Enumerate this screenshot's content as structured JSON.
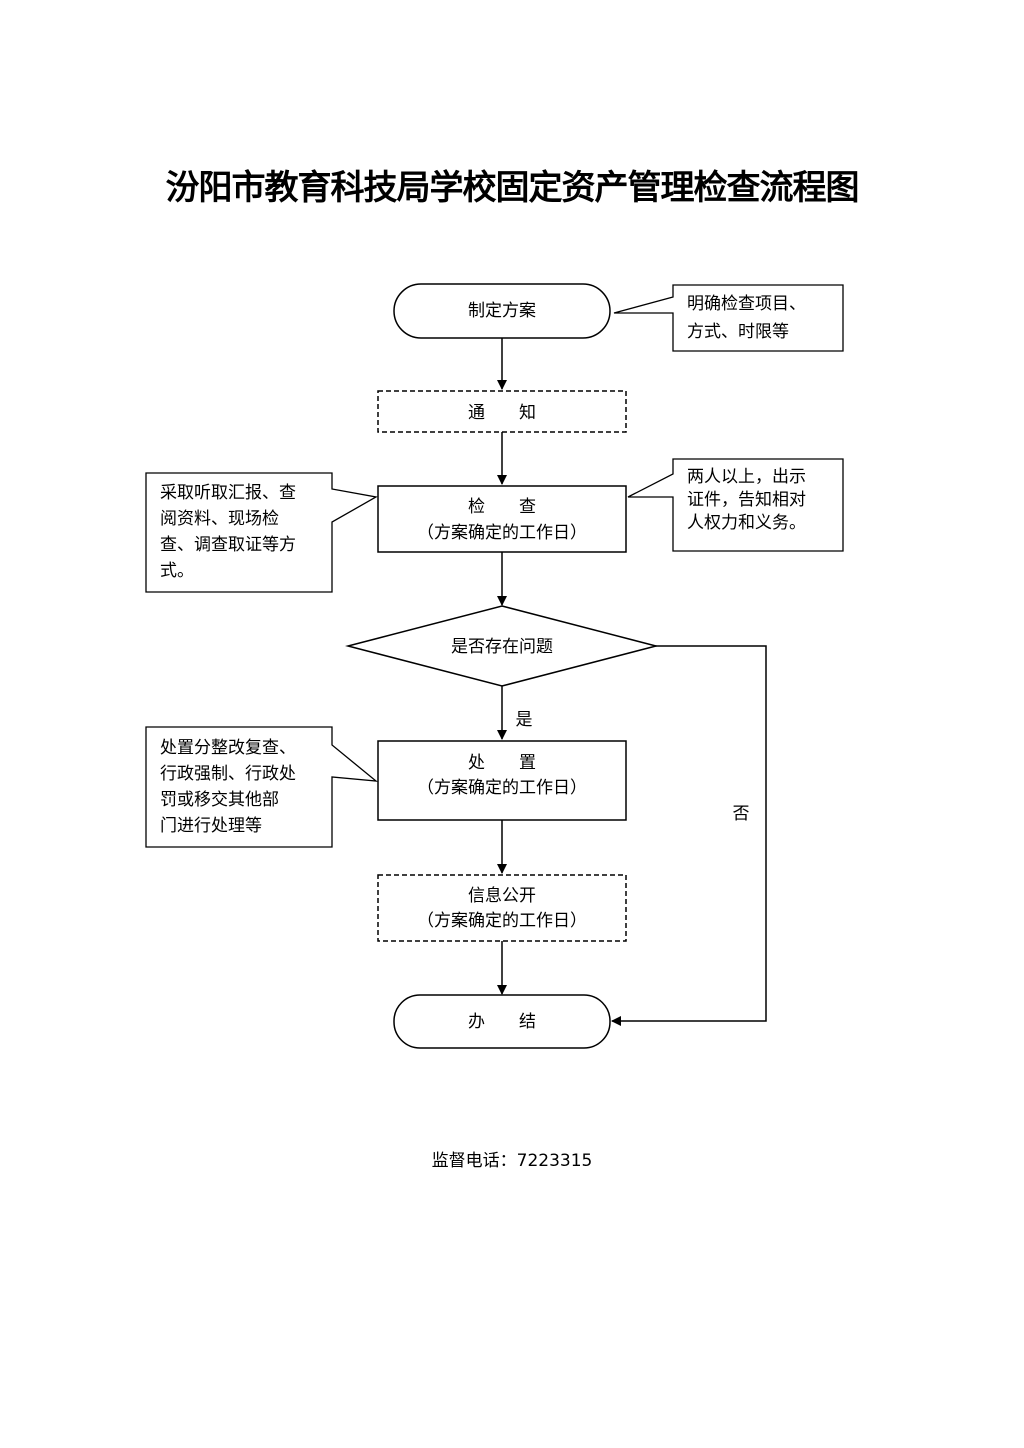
{
  "title": "汾阳市教育科技局学校固定资产管理检查流程图",
  "nodes": {
    "plan": "制定方案",
    "notify": "通　　知",
    "inspect_line1": "检　　查",
    "inspect_line2": "（方案确定的工作日）",
    "decision": "是否存在问题",
    "handle_line1": "处　　置",
    "handle_line2": "（方案确定的工作日）",
    "publish_line1": "信息公开",
    "publish_line2": "（方案确定的工作日）",
    "end": "办　　结"
  },
  "edges": {
    "yes": "是",
    "no": "否"
  },
  "notes": {
    "plan_note": [
      "明确检查项目、",
      "方式、时限等"
    ],
    "inspect_left": [
      "采取听取汇报、查",
      "阅资料、现场检",
      "查、调查取证等方",
      "式。"
    ],
    "inspect_right": [
      "两人以上，出示",
      "证件，告知相对",
      "人权力和义务。"
    ],
    "handle_note": [
      "处置分整改复查、",
      "行政强制、行政处",
      "罚或移交其他部",
      "门进行处理等"
    ]
  },
  "footer": {
    "phone_label": "监督电话：",
    "phone_number": "7223315"
  }
}
